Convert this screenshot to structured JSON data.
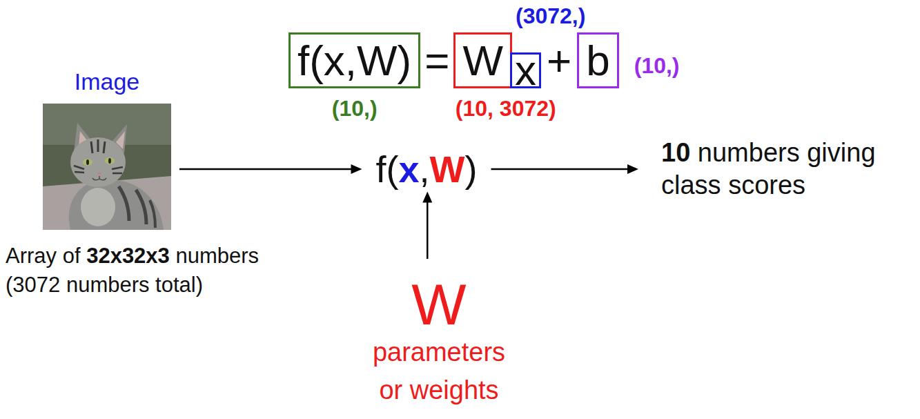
{
  "diagram": {
    "nodes": [
      {
        "text": [
          "f(x,W)"
        ]
      },
      {
        "text": [
          "W"
        ]
      },
      {
        "text": [
          "x"
        ]
      },
      {
        "text": [
          "b"
        ]
      },
      {
        "text": [
          "Image"
        ]
      },
      {
        "text": [
          "f(x,W)"
        ]
      },
      {
        "text": [
          "10 numbers giving class scores"
        ]
      },
      {
        "text": [
          "W",
          "parameters or weights"
        ]
      }
    ],
    "edges": [
      {
        "from": 4,
        "to": 5,
        "arrow": "to"
      },
      {
        "from": 5,
        "to": 6,
        "arrow": "to"
      },
      {
        "from": 7,
        "to": 5,
        "arrow": "to"
      }
    ],
    "labels": [
      "(3072,)",
      "=",
      "+",
      "(10,)",
      "(10,)",
      "(10, 3072)",
      "Array of 32x32x3 numbers (3072 numbers total)"
    ]
  }
}
